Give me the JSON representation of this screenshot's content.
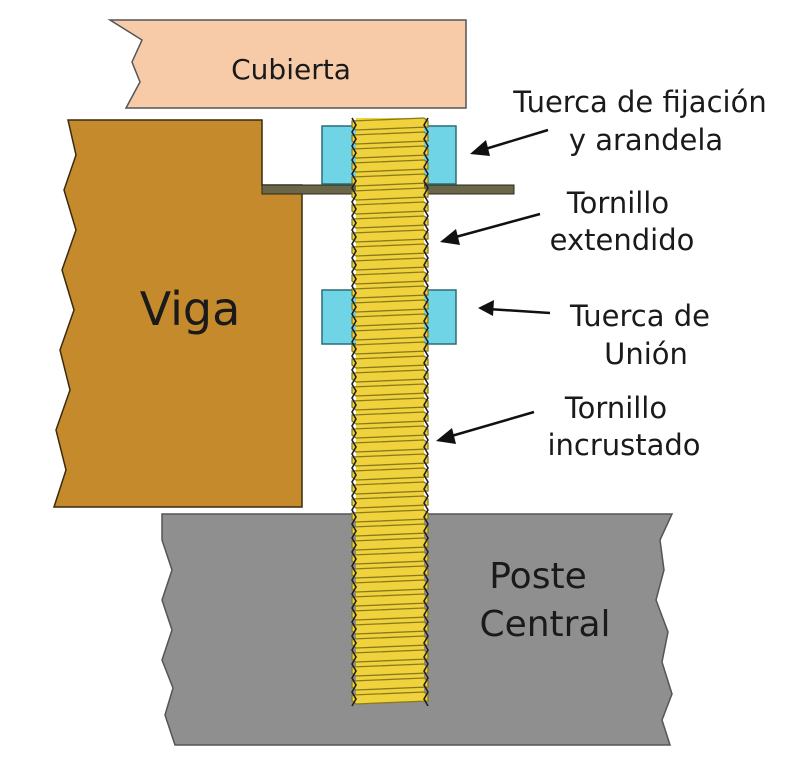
{
  "labels": {
    "cubierta": "Cubierta",
    "viga": "Viga",
    "poste_line1": "Poste",
    "poste_line2": "Central",
    "tuerca_fijacion_line1": "Tuerca de fijación",
    "tuerca_fijacion_line2": "y arandela",
    "tornillo_extendido_line1": "Tornillo",
    "tornillo_extendido_line2": "extendido",
    "tuerca_union_line1": "Tuerca de",
    "tuerca_union_line2": "Unión",
    "tornillo_incrustado_line1": "Tornillo",
    "tornillo_incrustado_line2": "incrustado"
  },
  "colors": {
    "cubierta": "#f8cba8",
    "viga": "#c48a2c",
    "poste": "#8f8f8f",
    "bolt": "#f0d23c",
    "bolt_dark": "#8a7a1e",
    "nut": "#6fd4e6",
    "washer": "#6a6648"
  }
}
